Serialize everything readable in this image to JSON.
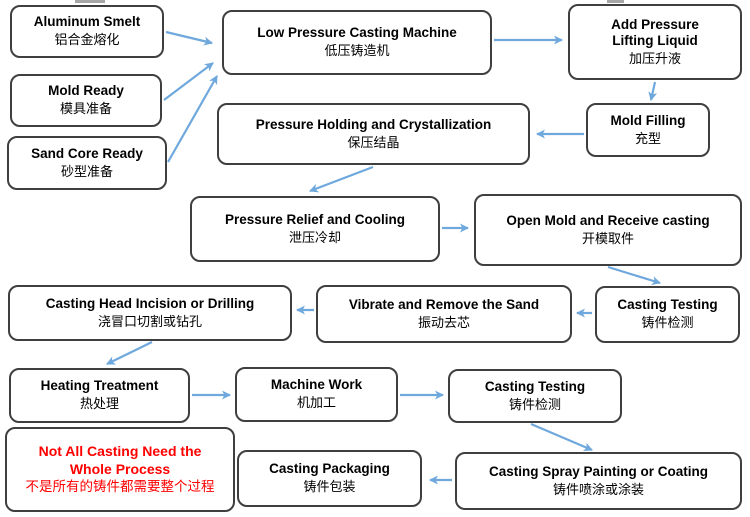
{
  "diagram": {
    "description": "Low pressure casting process flow chart, bilingual English/Chinese",
    "language": "en-zh"
  },
  "colors": {
    "arrow": "#6fa8dc",
    "box_border": "#3f3f3f",
    "box_background": "#ffffff",
    "text": "#000000",
    "note_text": "#ff0000",
    "clipped_artifact": "#a6a6a6"
  },
  "nodes": {
    "aluminum_smelt": {
      "en": "Aluminum Smelt",
      "zh": "铝合金熔化"
    },
    "mold_ready": {
      "en": "Mold Ready",
      "zh": "模具准备"
    },
    "sand_core_ready": {
      "en": "Sand Core Ready",
      "zh": "砂型准备"
    },
    "low_pressure_machine": {
      "en": "Low Pressure Casting Machine",
      "zh": "低压铸造机"
    },
    "add_pressure_liquid": {
      "en": "Add Pressure Lifting Liquid",
      "zh": "加压升液"
    },
    "mold_filling": {
      "en": "Mold Filling",
      "zh": "充型"
    },
    "pressure_holding": {
      "en": "Pressure Holding and Crystallization",
      "zh": "保压结晶"
    },
    "pressure_relief": {
      "en": "Pressure Relief and Cooling",
      "zh": "泄压冷却"
    },
    "open_mold": {
      "en": "Open Mold and Receive casting",
      "zh": "开模取件"
    },
    "casting_testing_1": {
      "en": "Casting Testing",
      "zh": "铸件检测"
    },
    "vibrate_remove_sand": {
      "en": "Vibrate and Remove the Sand",
      "zh": "振动去芯"
    },
    "casting_head_incision": {
      "en": "Casting Head Incision or Drilling",
      "zh": "浇冒口切割或钻孔"
    },
    "heating_treatment": {
      "en": "Heating Treatment",
      "zh": "热处理"
    },
    "machine_work": {
      "en": "Machine Work",
      "zh": "机加工"
    },
    "casting_testing_2": {
      "en": "Casting Testing",
      "zh": "铸件检测"
    },
    "casting_spray": {
      "en": "Casting Spray Painting or Coating",
      "zh": "铸件喷涂或涂装"
    },
    "casting_packaging": {
      "en": "Casting Packaging",
      "zh": "铸件包装"
    },
    "note": {
      "en": "Not All Casting Need the Whole Process",
      "zh": "不是所有的铸件都需要整个过程"
    }
  },
  "edges": [
    "aluminum_smelt -> low_pressure_machine",
    "mold_ready -> low_pressure_machine",
    "sand_core_ready -> low_pressure_machine",
    "low_pressure_machine -> add_pressure_liquid",
    "add_pressure_liquid -> mold_filling",
    "mold_filling -> pressure_holding",
    "pressure_holding -> pressure_relief",
    "pressure_relief -> open_mold",
    "open_mold -> casting_testing_1",
    "casting_testing_1 -> vibrate_remove_sand",
    "vibrate_remove_sand -> casting_head_incision",
    "casting_head_incision -> heating_treatment",
    "heating_treatment -> machine_work",
    "machine_work -> casting_testing_2",
    "casting_testing_2 -> casting_spray",
    "casting_spray -> casting_packaging"
  ]
}
